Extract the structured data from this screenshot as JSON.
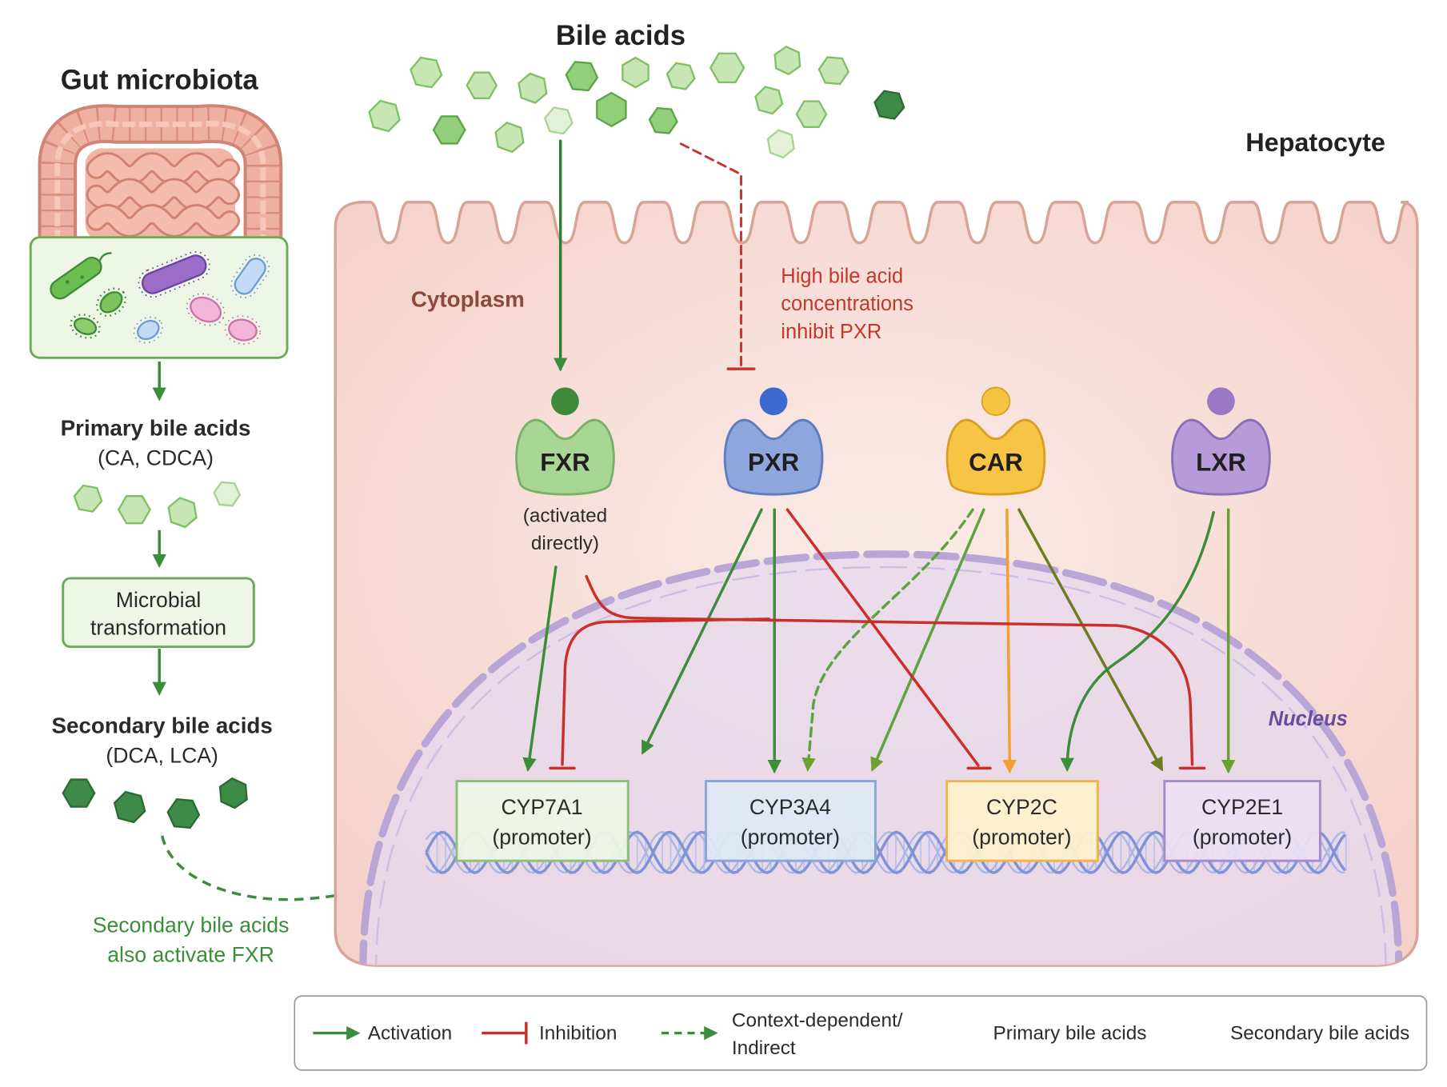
{
  "title_bile_acids": "Bile acids",
  "gut": {
    "title": "Gut microbiota",
    "subtitle": "(intestine)"
  },
  "left_flow": {
    "primary": {
      "label": "Primary bile acids",
      "examples": "(CA, CDCA)"
    },
    "transformation_lines": [
      "Microbial",
      "transformation"
    ],
    "secondary": {
      "label": "Secondary bile acids",
      "examples": "(DCA, LCA)"
    },
    "note_lines": [
      "Secondary bile acids",
      "also activate FXR"
    ]
  },
  "cell": {
    "label": "Hepatocyte",
    "cytoplasm": "Cytoplasm",
    "nucleus": "Nucleus"
  },
  "inhibit_note_lines": [
    "High bile acid",
    "concentrations",
    "inhibit PXR"
  ],
  "receptors": [
    {
      "name": "FXR",
      "fill": "#a9d595",
      "stroke": "#79b166",
      "ligand": "#3f8a3a"
    },
    {
      "name": "PXR",
      "fill": "#8fa6dc",
      "stroke": "#5f7cc0",
      "ligand": "#3c6ad0"
    },
    {
      "name": "CAR",
      "fill": "#f7c445",
      "stroke": "#d9a020",
      "ligand": "#f6c241"
    },
    {
      "name": "LXR",
      "fill": "#b79ad7",
      "stroke": "#8a6fb7",
      "ligand": "#9b78c6"
    }
  ],
  "fxr_note_lines": [
    "(activated",
    "directly)"
  ],
  "promoters": [
    {
      "gene": "CYP7A1",
      "label": "(promoter)",
      "fill": "#eef6e6",
      "stroke": "#8fbf78"
    },
    {
      "gene": "CYP3A4",
      "label": "(promoter)",
      "fill": "#dfe8f6",
      "stroke": "#8ba5d6"
    },
    {
      "gene": "CYP2C",
      "label": "(promoter)",
      "fill": "#fff0d0",
      "stroke": "#efb54a"
    },
    {
      "gene": "CYP2E1",
      "label": "(promoter)",
      "fill": "#ebe0f4",
      "stroke": "#a98ac8"
    }
  ],
  "legend": {
    "activation": "Activation",
    "inhibition": "Inhibition",
    "context_lines": [
      "Context-dependent/",
      "Indirect"
    ],
    "primary": "Primary bile acids",
    "secondary": "Secondary bile acids"
  },
  "colors": {
    "activation": "#3c8d3a",
    "inhibition": "#c9302c",
    "orange": "#f0a030",
    "olive": "#6b7d1f",
    "lime": "#6aa032",
    "cell_fill": "#f6d9d2",
    "cell_stroke": "#d8a496",
    "nucleus_fill": "#e6d8ee",
    "nucleus_stroke": "#b9a6d6",
    "dna": "#7f93d6"
  }
}
